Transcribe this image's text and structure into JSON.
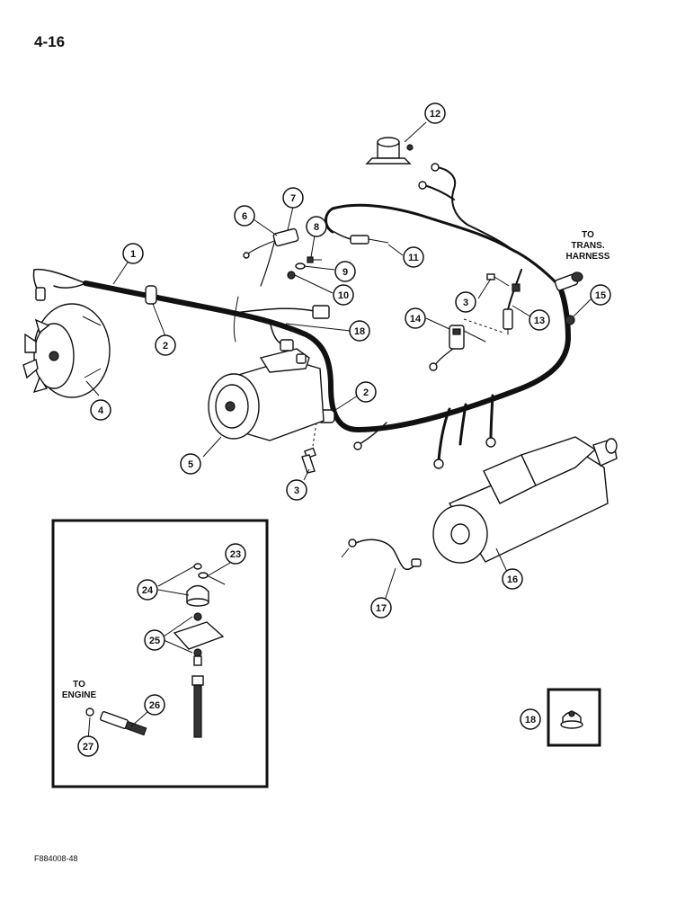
{
  "page_number": "4-16",
  "figure_code": "F884008-48",
  "labels": {
    "to_trans_harness_1": "TO",
    "to_trans_harness_2": "TRANS.",
    "to_trans_harness_3": "HARNESS",
    "to_engine_1": "TO",
    "to_engine_2": "ENGINE"
  },
  "callouts": {
    "c1": "1",
    "c2a": "2",
    "c2b": "2",
    "c3a": "3",
    "c3b": "3",
    "c4": "4",
    "c5": "5",
    "c6": "6",
    "c7": "7",
    "c8": "8",
    "c9": "9",
    "c10": "10",
    "c11": "11",
    "c12": "12",
    "c13": "13",
    "c14": "14",
    "c15": "15",
    "c16": "16",
    "c17": "17",
    "c18a": "18",
    "c18b": "18",
    "c23": "23",
    "c24": "24",
    "c25": "25",
    "c26": "26",
    "c27": "27"
  }
}
